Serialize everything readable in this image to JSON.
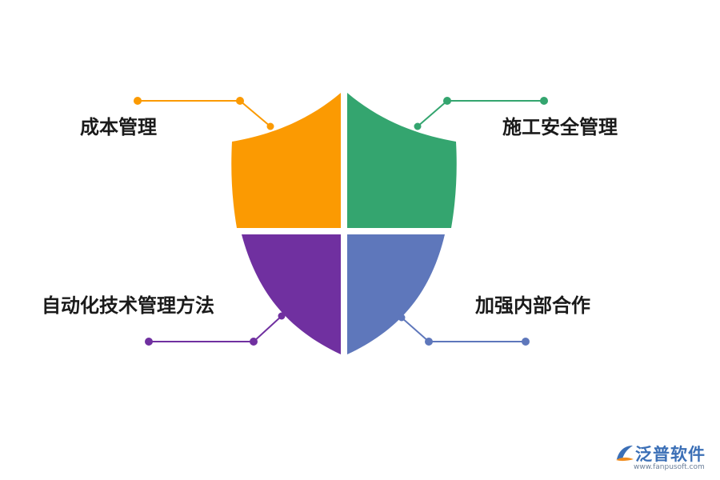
{
  "diagram": {
    "quadrants": [
      {
        "id": "top-left",
        "label": "成本管理",
        "color": "#fb9a02"
      },
      {
        "id": "top-right",
        "label": "施工安全管理",
        "color": "#34a56f"
      },
      {
        "id": "bottom-left",
        "label": "自动化技术管理方法",
        "color": "#7030a0"
      },
      {
        "id": "bottom-right",
        "label": "加强内部合作",
        "color": "#5e77bb"
      }
    ]
  },
  "logo": {
    "name": "泛普软件",
    "url": "www.fanpusoft.com",
    "colors": {
      "primary": "#3b6fb6",
      "accent": "#f08c1e"
    }
  }
}
